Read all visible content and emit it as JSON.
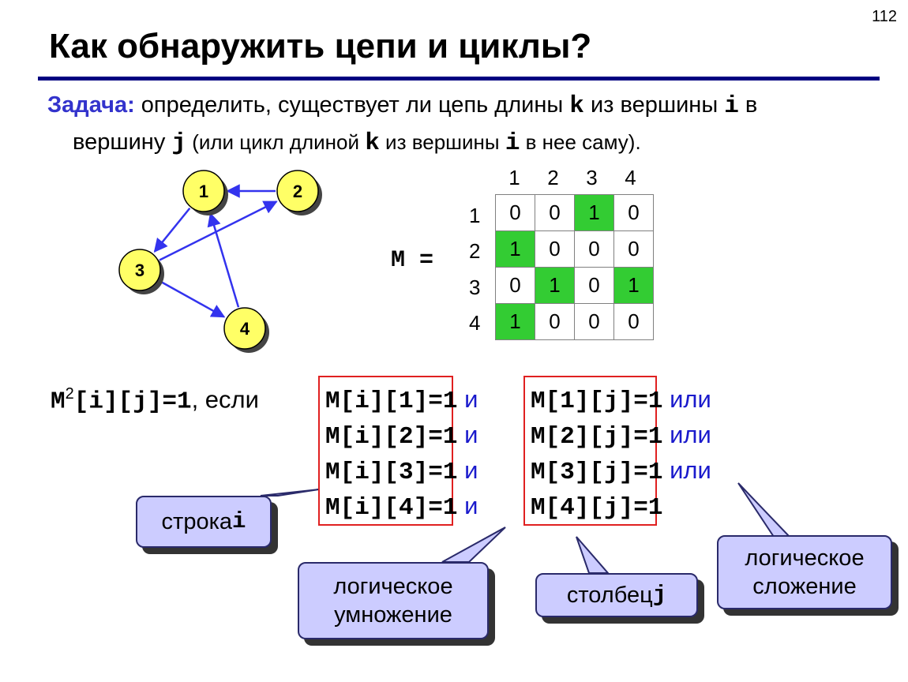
{
  "page_number": "112",
  "title": "Как обнаружить цепи и циклы?",
  "task": {
    "label": "Задача:",
    "line1_a": " определить, существует ли цепь длины ",
    "var_k": "k",
    "line1_b": " из вершины ",
    "var_i": "i",
    "line1_c": " в",
    "line2_a": "вершину ",
    "var_j": "j",
    "line2_b": " (или цикл длиной ",
    "line2_c": " из вершины ",
    "line2_d": " в нее саму)."
  },
  "graph": {
    "nodes": [
      {
        "id": "1",
        "label": "1"
      },
      {
        "id": "2",
        "label": "2"
      },
      {
        "id": "3",
        "label": "3"
      },
      {
        "id": "4",
        "label": "4"
      }
    ],
    "edges": [
      {
        "from": "1",
        "to": "3"
      },
      {
        "from": "2",
        "to": "1"
      },
      {
        "from": "3",
        "to": "2"
      },
      {
        "from": "3",
        "to": "4"
      },
      {
        "from": "4",
        "to": "1"
      }
    ],
    "node_fill": "#ffff66",
    "edge_color": "#3333ee"
  },
  "matrix": {
    "label": "M =",
    "col_headers": [
      "1",
      "2",
      "3",
      "4"
    ],
    "row_headers": [
      "1",
      "2",
      "3",
      "4"
    ],
    "rows": [
      [
        "0",
        "0",
        "1",
        "0"
      ],
      [
        "1",
        "0",
        "0",
        "0"
      ],
      [
        "0",
        "1",
        "0",
        "1"
      ],
      [
        "1",
        "0",
        "0",
        "0"
      ]
    ],
    "highlight_color": "#33cc33"
  },
  "formula": {
    "lhs_m": "M",
    "lhs_sup": "2",
    "lhs_rest": "[i][j]=1",
    "lhs_comma": ",",
    "lhs_if": " если",
    "rows": [
      {
        "left": "M[i][1]",
        "eq1": "=1",
        "and": "и",
        "right": "M[1][j]",
        "eq2": "=1",
        "or": "или"
      },
      {
        "left": "M[i][2]",
        "eq1": "=1",
        "and": "и",
        "right": "M[2][j]",
        "eq2": "=1",
        "or": "или"
      },
      {
        "left": "M[i][3]",
        "eq1": "=1",
        "and": "и",
        "right": "M[3][j]",
        "eq2": "=1",
        "or": "или"
      },
      {
        "left": "M[i][4]",
        "eq1": "=1",
        "and": "и",
        "right": "M[4][j]",
        "eq2": "=1",
        "or": ""
      }
    ]
  },
  "callouts": {
    "row_i_text": "строка ",
    "row_i_var": "i",
    "mult_line1": "логическое",
    "mult_line2": "умножение",
    "col_j_text": "столбец ",
    "col_j_var": "j",
    "add_line1": "логическое",
    "add_line2": "сложение"
  }
}
